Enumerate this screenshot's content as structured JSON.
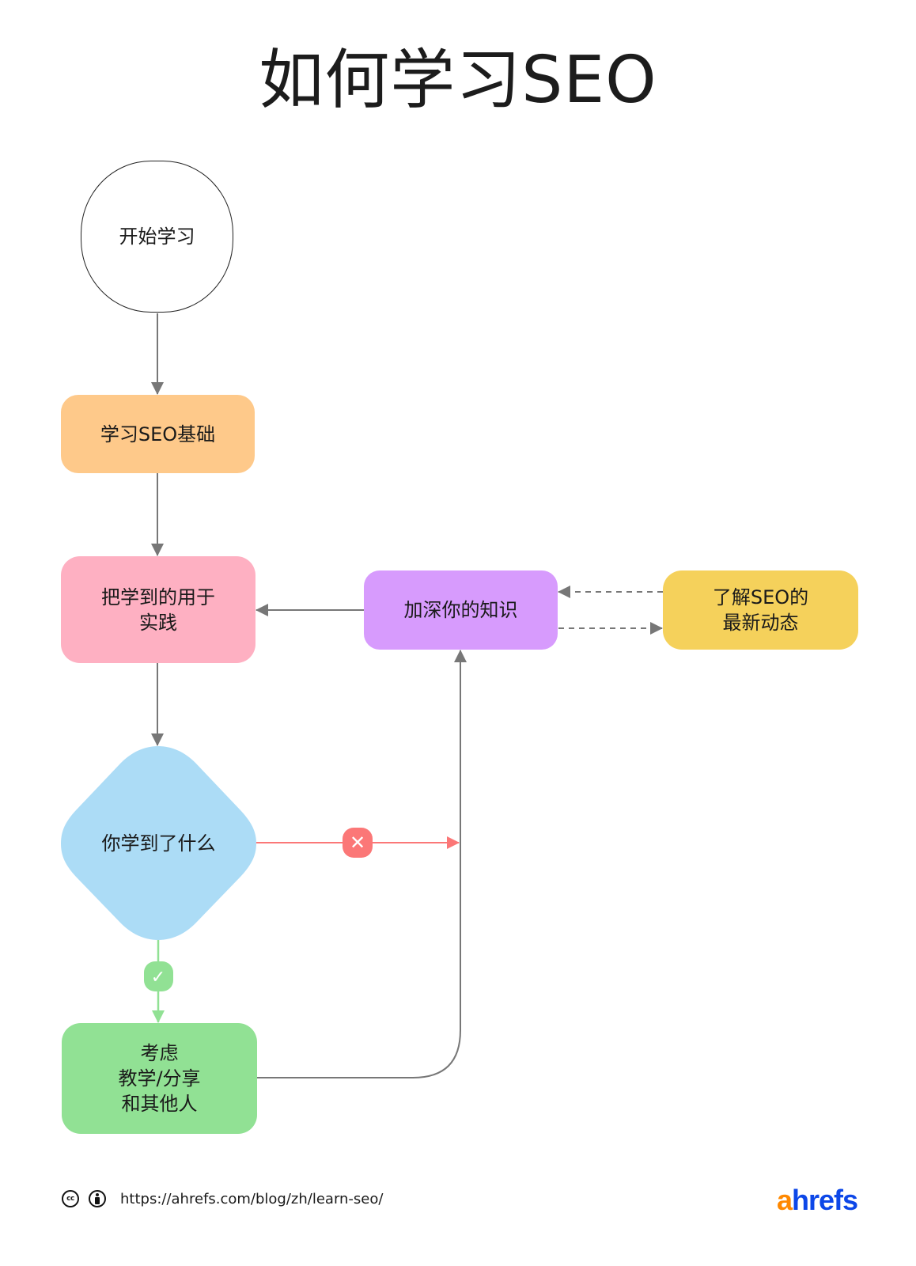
{
  "title": "如何学习SEO",
  "colors": {
    "start_fill": "#ffffff",
    "basics_fill": "#fec98a",
    "practice_fill": "#feb0c2",
    "deepen_fill": "#d79bfd",
    "updates_fill": "#f5d15b",
    "decision_fill": "#acdcf6",
    "teach_fill": "#91e194",
    "connector": "#777777",
    "no_branch": "#fb7777",
    "yes_branch": "#91e194",
    "logo_a": "#ff8800",
    "logo_rest": "#0d47e8"
  },
  "nodes": {
    "start": {
      "label": "开始学习",
      "shape": "circle"
    },
    "basics": {
      "label": "学习SEO基础",
      "shape": "rounded-rect"
    },
    "practice": {
      "label": "把学到的用于\n实践",
      "shape": "rounded-rect"
    },
    "deepen": {
      "label": "加深你的知识",
      "shape": "rounded-rect"
    },
    "updates": {
      "label": "了解SEO的\n最新动态",
      "shape": "rounded-rect"
    },
    "decision": {
      "label": "你学到了什么",
      "shape": "diamond"
    },
    "teach": {
      "label": "考虑\n教学/分享\n和其他人",
      "shape": "rounded-rect"
    }
  },
  "edges": [
    {
      "from": "start",
      "to": "basics",
      "style": "solid"
    },
    {
      "from": "basics",
      "to": "practice",
      "style": "solid"
    },
    {
      "from": "practice",
      "to": "decision",
      "style": "solid"
    },
    {
      "from": "deepen",
      "to": "practice",
      "style": "solid"
    },
    {
      "from": "updates",
      "to": "deepen",
      "style": "dashed"
    },
    {
      "from": "deepen",
      "to": "updates",
      "style": "dashed"
    },
    {
      "from": "decision",
      "to": "deepen",
      "style": "solid",
      "condition": "no",
      "badge": "✕"
    },
    {
      "from": "decision",
      "to": "teach",
      "style": "solid",
      "condition": "yes",
      "badge": "✓"
    },
    {
      "from": "teach",
      "to": "deepen",
      "style": "solid"
    }
  ],
  "badges": {
    "no": "✕",
    "yes": "✓"
  },
  "footer": {
    "license_icons": [
      "cc-icon",
      "by-icon"
    ],
    "cc_text": "cc",
    "url": "https://ahrefs.com/blog/zh/learn-seo/",
    "logo_a": "a",
    "logo_rest": "hrefs"
  }
}
